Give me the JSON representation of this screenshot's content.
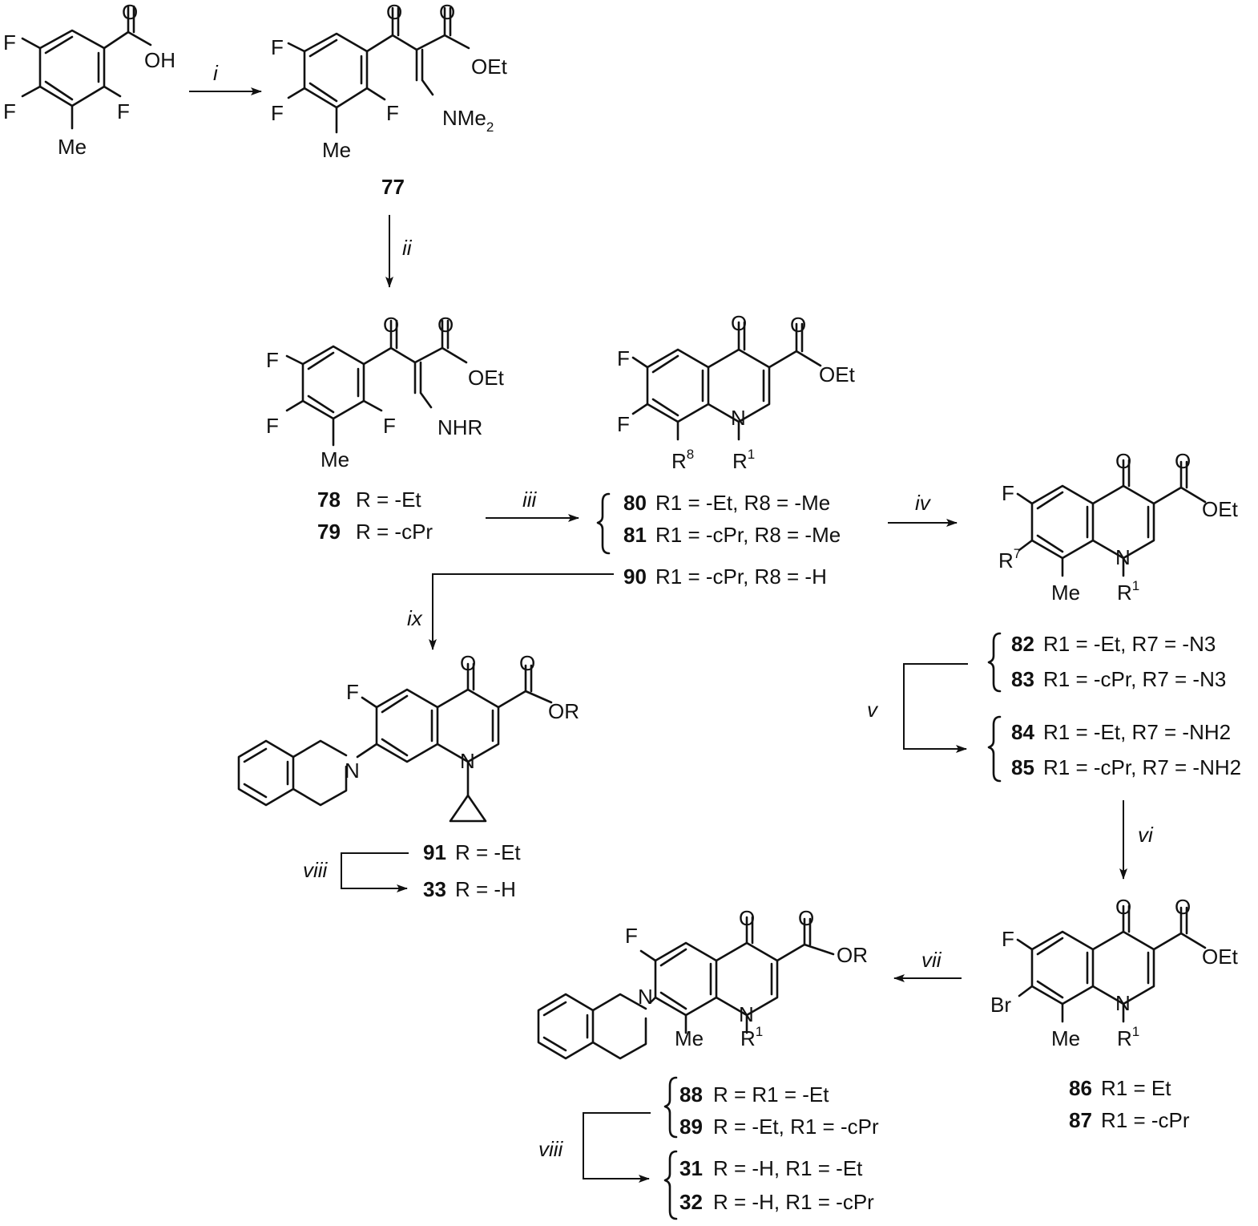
{
  "reagents": {
    "i": "i",
    "ii": "ii",
    "iii": "iii",
    "iv": "iv",
    "v": "v",
    "vi": "vi",
    "vii": "vii",
    "viii_a": "viii",
    "viii_b": "viii",
    "ix": "ix"
  },
  "atoms": {
    "F": "F",
    "O": "O",
    "N": "N",
    "Br": "Br",
    "Me": "Me",
    "OH": "OH",
    "OEt": "OEt",
    "OR": "OR",
    "NHR": "NHR",
    "NMe": "NMe",
    "sub2": "2",
    "R": "R",
    "one": "1",
    "seven": "7",
    "eight": "8"
  },
  "compounds": {
    "c77": "77",
    "c78": {
      "num": "78",
      "text": "R = -Et"
    },
    "c79": {
      "num": "79",
      "text": "R = -cPr"
    },
    "c80": {
      "num": "80",
      "text": "R1 = -Et, R8 = -Me"
    },
    "c81": {
      "num": "81",
      "text": "R1 = -cPr, R8 = -Me"
    },
    "c90": {
      "num": "90",
      "text": "R1 = -cPr, R8 = -H"
    },
    "c82": {
      "num": "82",
      "text": "R1 = -Et, R7 = -N3"
    },
    "c83": {
      "num": "83",
      "text": "R1 = -cPr, R7 = -N3"
    },
    "c84": {
      "num": "84",
      "text": "R1 = -Et, R7 = -NH2"
    },
    "c85": {
      "num": "85",
      "text": "R1 = -cPr, R7 = -NH2"
    },
    "c86": {
      "num": "86",
      "text": "R1 = Et"
    },
    "c87": {
      "num": "87",
      "text": "R1 = -cPr"
    },
    "c91": {
      "num": "91",
      "text": "R = -Et"
    },
    "c33": {
      "num": "33",
      "text": "R = -H"
    },
    "c88": {
      "num": "88",
      "text": "R = R1 = -Et"
    },
    "c89": {
      "num": "89",
      "text": "R = -Et, R1 = -cPr"
    },
    "c31": {
      "num": "31",
      "text": "R = -H, R1 = -Et"
    },
    "c32": {
      "num": "32",
      "text": "R = -H, R1 = -cPr"
    }
  }
}
